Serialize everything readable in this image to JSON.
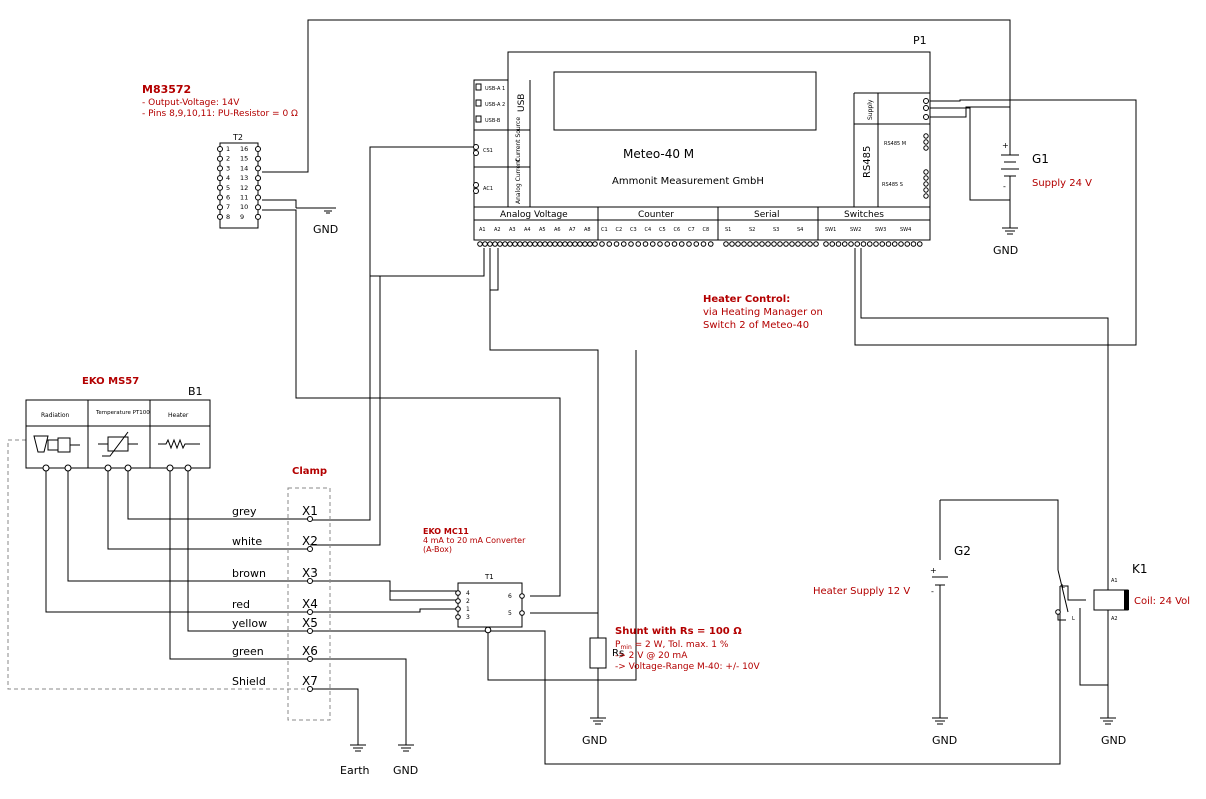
{
  "logger": {
    "ref": "P1",
    "name": "Meteo-40 M",
    "maker": "Ammonit Measurement GmbH",
    "usb_title": "USB",
    "usb_ports": [
      "USB-A 1",
      "USB-A 2",
      "USB-B"
    ],
    "current_source": "Current Source",
    "current_source_pin": "CS1",
    "analog_current": "Analog Current",
    "analog_current_pin": "AC1",
    "supply_label": "Supply",
    "rs485_label": "RS485",
    "rs485_m": "RS485 M",
    "rs485_s": "RS485 S",
    "groups": [
      "Analog Voltage",
      "Counter",
      "Serial",
      "Switches"
    ],
    "analog_ch": [
      "A1",
      "A2",
      "A3",
      "A4",
      "A5",
      "A6",
      "A7",
      "A8"
    ],
    "counter_ch": [
      "C1",
      "C2",
      "C3",
      "C4",
      "C5",
      "C6",
      "C7",
      "C8"
    ],
    "serial_ch": [
      "S1",
      "S2",
      "S3",
      "S4"
    ],
    "switch_ch": [
      "SW1",
      "SW2",
      "SW3",
      "SW4"
    ]
  },
  "t2": {
    "ref": "T2",
    "title": "M83572",
    "note1": "- Output-Voltage: 14V",
    "note2": "- Pins 8,9,10,11: PU-Resistor = 0 Ω",
    "pins_left": [
      "1",
      "2",
      "3",
      "4",
      "5",
      "6",
      "7",
      "8"
    ],
    "pins_right": [
      "16",
      "15",
      "14",
      "13",
      "12",
      "11",
      "10",
      "9"
    ]
  },
  "sensor": {
    "title": "EKO MS57",
    "ref": "B1",
    "sections": [
      "Radiation",
      "Temperature PT100",
      "Heater"
    ]
  },
  "clamp": {
    "title": "Clamp",
    "wires": [
      "grey",
      "white",
      "brown",
      "red",
      "yellow",
      "green",
      "Shield"
    ],
    "terminals": [
      "X1",
      "X2",
      "X3",
      "X4",
      "X5",
      "X6",
      "X7"
    ]
  },
  "converter": {
    "title": "EKO MC11",
    "desc1": "4 mA to 20 mA Converter",
    "desc2": "(A-Box)",
    "ref": "T1",
    "pins_left": [
      "4",
      "2",
      "1",
      "3"
    ],
    "pins_right": [
      "6",
      "5"
    ]
  },
  "shunt": {
    "title": "Shunt with Rs = 100 Ω",
    "line1": "P",
    "line1_sub": "min",
    "line1_rest": " = 2 W, Tol. max. 1 %",
    "line2": "-> 2 V @ 20 mA",
    "line3": "-> Voltage-Range M-40: +/- 10V",
    "label": "Rs"
  },
  "heater_control": {
    "title": "Heater Control:",
    "line1": "via Heating Manager on",
    "line2": "Switch 2 of Meteo-40"
  },
  "g1": {
    "ref": "G1",
    "label": "Supply 24 V"
  },
  "g2": {
    "ref": "G2",
    "label": "Heater Supply 12 V"
  },
  "k1": {
    "ref": "K1",
    "label": "Coil: 24 Vol"
  },
  "gnd": "GND",
  "earth": "Earth"
}
